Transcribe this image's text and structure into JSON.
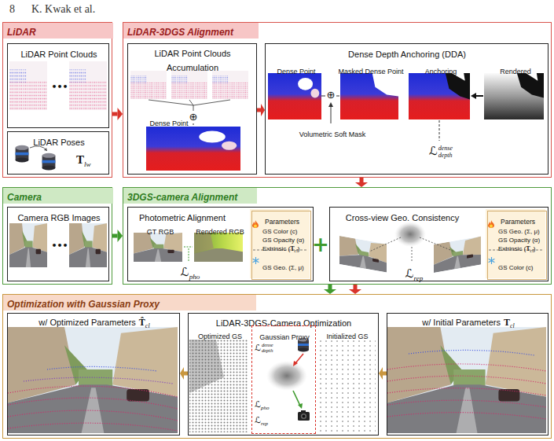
{
  "diagram": {
    "nodes": [
      {
        "text": [
          "LiDAR"
        ]
      },
      {
        "text": [
          "LiDAR Point Clouds",
          "•••"
        ],
        "in": 0
      },
      {
        "text": [
          "LiDAR Poses",
          "T",
          "lw"
        ],
        "in": 0
      },
      {
        "text": [
          "LiDAR-3DGS Alignment"
        ]
      },
      {
        "text": [
          "LiDAR Point Clouds Accumulation",
          "Dense Point"
        ],
        "in": 3
      },
      {
        "text": [
          "Dense Depth Anchoring (DDA)",
          "Dense Point",
          "Masked Dense Point",
          "Anchoring",
          "Rendered",
          "Volumetric Soft Mask",
          "ℒ",
          "dense",
          "depth"
        ],
        "in": 3
      },
      {
        "text": [
          "Camera"
        ]
      },
      {
        "text": [
          "Camera RGB Images",
          "•••"
        ],
        "in": 6
      },
      {
        "text": [
          "3DGS-camera Alignment"
        ]
      },
      {
        "text": [
          "Photometric Alignment",
          "GT RGB",
          "Rendered RGB",
          "ℒ",
          "pho"
        ],
        "in": 8
      },
      {
        "text": [
          "Parameters",
          "GS Color (c)",
          "GS Opacity (α)",
          "Extrinsic (",
          "T",
          "cl",
          ")",
          "GS Geo. (Σ, μ)"
        ],
        "in": 9
      },
      {
        "text": [
          "Cross-view Geo. Consistency",
          "ℒ",
          "rep"
        ],
        "in": 8
      },
      {
        "text": [
          "Parameters",
          "GS Geo. (Σ, μ)",
          "GS Opacity (α)",
          "Extrinsic (",
          "T",
          "cl",
          ")",
          "GS Color (c)"
        ],
        "in": 11
      },
      {
        "text": [
          "Optimization with Gaussian Proxy"
        ]
      },
      {
        "text": [
          "w/ Optimized Parameters",
          "T̂",
          "cl"
        ],
        "in": 13
      },
      {
        "text": [
          "LiDAR-3DGS-Camera Optimization",
          "Optimized GS",
          "Initialized GS"
        ],
        "in": 13
      },
      {
        "text": [
          "Gaussian Proxy",
          "ℒ",
          "dense",
          "depth",
          "ℒ",
          "pho",
          "ℒ",
          "rep"
        ],
        "in": 15
      },
      {
        "text": [
          "w/ Initial Parameters",
          "T",
          "cl"
        ],
        "in": 13
      }
    ],
    "edges": [
      {
        "from": 0,
        "to": 3,
        "arrow": "to"
      },
      {
        "from": 4,
        "to": 5,
        "arrow": "to"
      },
      {
        "from": 6,
        "to": 8,
        "arrow": "to"
      },
      {
        "from": 3,
        "to": 8,
        "arrow": "to"
      },
      {
        "from": 8,
        "to": 13,
        "arrow": "to"
      },
      {
        "from": 8,
        "to": 13,
        "arrow": "to"
      },
      {
        "from": 17,
        "to": 15,
        "arrow": "to"
      },
      {
        "from": 15,
        "to": 14,
        "arrow": "to"
      }
    ],
    "labels": [
      "8",
      "K. Kwak et al.",
      "⊕",
      "⊕",
      "+"
    ]
  }
}
